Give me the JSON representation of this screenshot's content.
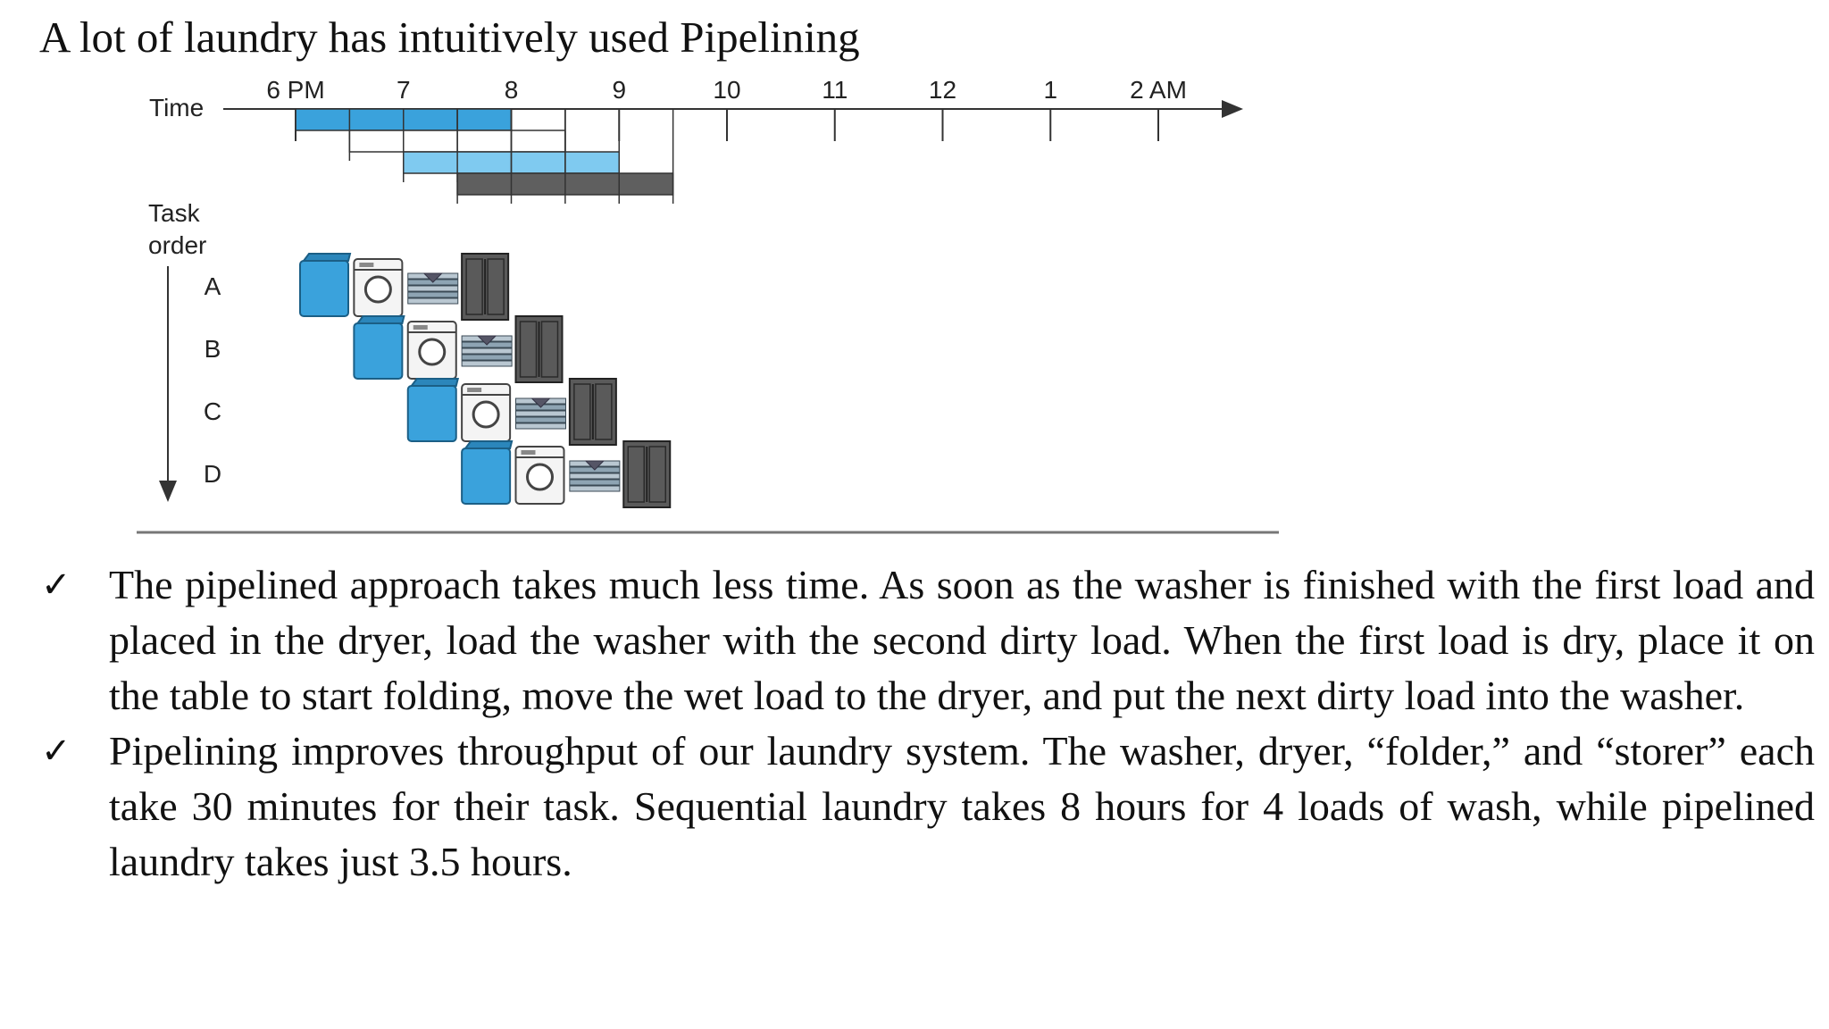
{
  "title": "A lot of laundry has intuitively used Pipelining",
  "diagram": {
    "time_label": "Time",
    "task_order_label": [
      "Task",
      "order"
    ],
    "time_ticks": [
      "6 PM",
      "7",
      "8",
      "9",
      "10",
      "11",
      "12",
      "1",
      "2 AM"
    ],
    "tasks": [
      "A",
      "B",
      "C",
      "D"
    ],
    "stages": [
      {
        "name": "washer",
        "icon": "washer-icon",
        "color": "#3aa2dc"
      },
      {
        "name": "dryer",
        "icon": "dryer-icon",
        "color": "#f4f4f4"
      },
      {
        "name": "folder",
        "icon": "folder-icon",
        "color": "#b9c7d1"
      },
      {
        "name": "storer",
        "icon": "storer-icon",
        "color": "#5a5a5a"
      }
    ]
  },
  "bullets": [
    {
      "mark": "✓",
      "text": "The pipelined approach takes much less time. As soon as the washer is finished with the first load and placed in the dryer, load the washer with the second dirty load. When the first load is dry, place it on the table to start folding, move the wet load to the dryer, and put the next dirty load into the washer."
    },
    {
      "mark": "✓",
      "text": "Pipelining improves throughput of our laundry system. The washer, dryer, “folder,” and “storer” each take 30 minutes for their task. Sequential laundry takes 8 hours for 4 loads of wash, while pipelined laundry takes just 3.5 hours."
    }
  ]
}
